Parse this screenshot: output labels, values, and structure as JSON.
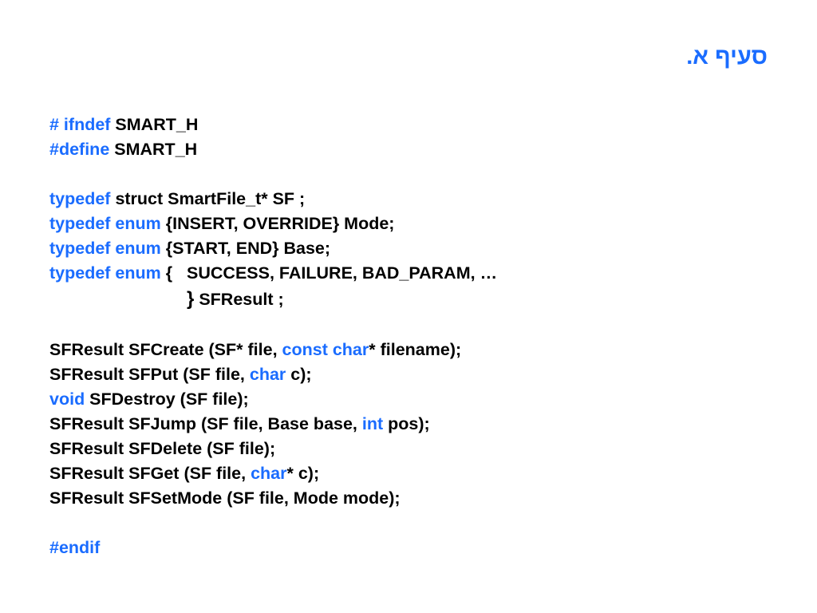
{
  "title": "סעיף א.",
  "code": {
    "l1": {
      "kw": "# ifndef",
      "rest": " SMART_H"
    },
    "l2": {
      "kw": "#define",
      "rest": " SMART_H"
    },
    "l3": {
      "kw": "typedef",
      "rest": " struct SmartFile_t* SF ;"
    },
    "l4": {
      "kw": "typedef enum",
      "rest": " {INSERT, OVERRIDE} Mode;"
    },
    "l5": {
      "kw": "typedef enum",
      "rest": " {START, END} Base;"
    },
    "l6": {
      "kw": "typedef enum",
      "rest": " {   SUCCESS, FAILURE, BAD_PARAM, …"
    },
    "l7": {
      "brace": "}",
      "rest": " SFResult ;"
    },
    "l8": {
      "a": "SFResult SFCreate (SF* file, ",
      "kw": "const char",
      "b": "* filename);"
    },
    "l9": {
      "a": "SFResult SFPut (SF file, ",
      "kw": "char",
      "b": " c);"
    },
    "l10": {
      "kw": "void",
      "rest": " SFDestroy (SF file);"
    },
    "l11": {
      "a": "SFResult SFJump (SF file, Base base, ",
      "kw": "int",
      "b": " pos);"
    },
    "l12": {
      "a": "SFResult SFDelete (SF file);"
    },
    "l13": {
      "a": "SFResult SFGet (SF file, ",
      "kw": "char",
      "b": "* c);"
    },
    "l14": {
      "a": "SFResult SFSetMode (SF file, Mode mode);"
    },
    "l15": {
      "kw": "#endif"
    }
  },
  "colors": {
    "keyword": "#1a6cff",
    "text": "#000000",
    "background": "#ffffff"
  }
}
